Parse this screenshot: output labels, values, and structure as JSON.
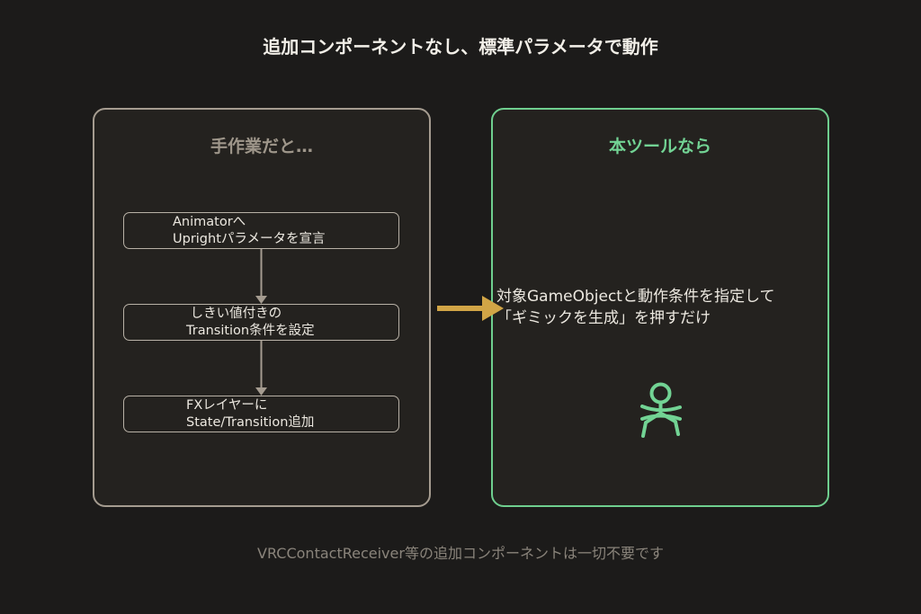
{
  "title": "追加コンポーネントなし、標準パラメータで動作",
  "left_panel": {
    "heading": "手作業だと…",
    "steps": [
      {
        "text": "Animatorへ\nUprightパラメータを宣言"
      },
      {
        "text": " しきい値付きの\nTransition条件を設定"
      },
      {
        "text": "FXレイヤーに\nState/Transition追加"
      }
    ]
  },
  "right_panel": {
    "heading": "本ツールなら",
    "text": "対象GameObjectと動作条件を指定して\n「ギミックを生成」を押すだけ",
    "icon": "person-icon"
  },
  "footnote": "VRCContactReceiver等の追加コンポーネントは一切不要です",
  "colors": {
    "background": "#1c1b1a",
    "left_border": "#a59c90",
    "right_border": "#6fcf8f",
    "arrow": "#d1a546",
    "connector": "#a59c90",
    "icon": "#72d394"
  }
}
